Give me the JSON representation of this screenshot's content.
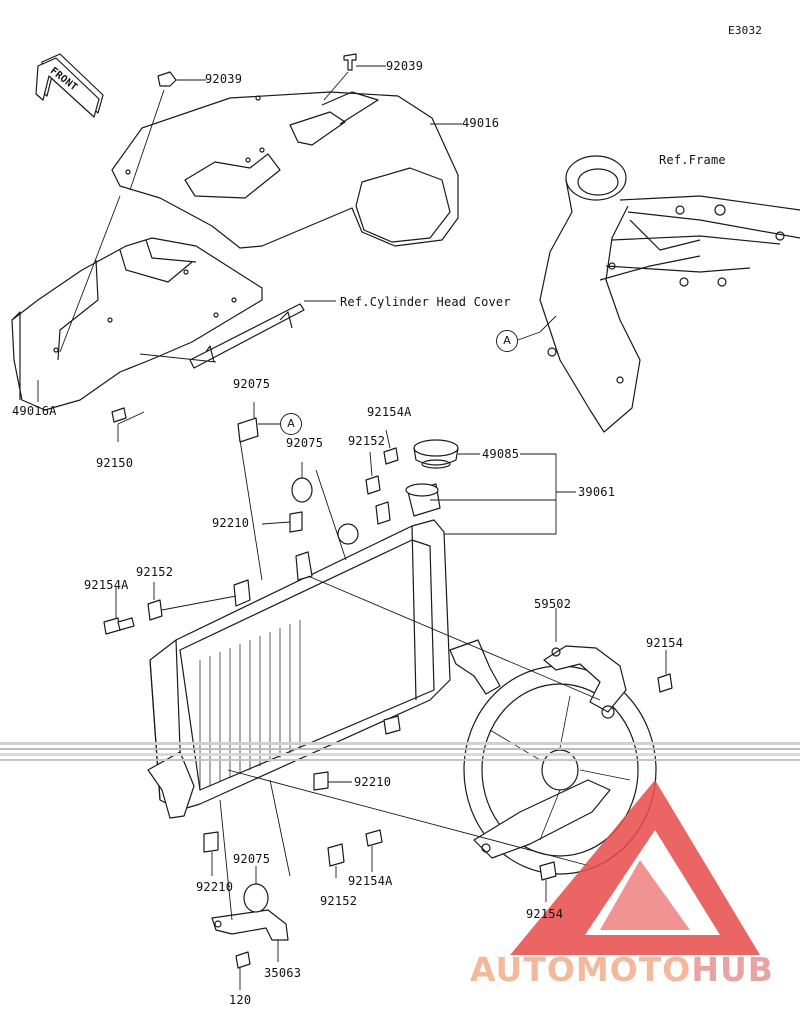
{
  "diagram_id": "E3032",
  "front_label": "FRONT",
  "callout_letter": "A",
  "ref_labels": {
    "frame": "Ref.Frame",
    "cylinder_head_cover": "Ref.Cylinder Head Cover"
  },
  "part_numbers": {
    "p92039_left": "92039",
    "p92039_right": "92039",
    "p49016": "49016",
    "p49016A": "49016A",
    "p92150": "92150",
    "p92075_top": "92075",
    "p92075_mid": "92075",
    "p92075_bottom": "92075",
    "p92154A_top": "92154A",
    "p92154A_left": "92154A",
    "p92154A_bottom": "92154A",
    "p92152_top": "92152",
    "p92152_left": "92152",
    "p92152_bottom": "92152",
    "p49085": "49085",
    "p39061": "39061",
    "p92210_top": "92210",
    "p92210_right": "92210",
    "p92210_bottom": "92210",
    "p59502": "59502",
    "p92154_right": "92154",
    "p92154_bottom": "92154",
    "p35063": "35063",
    "p120": "120"
  },
  "watermark": {
    "part1": "AUTOMOTO",
    "part2": "HUB",
    "color_logo": "#e94b4b",
    "color_text1": "#f4b89a",
    "color_text2": "#e9a3a3"
  }
}
